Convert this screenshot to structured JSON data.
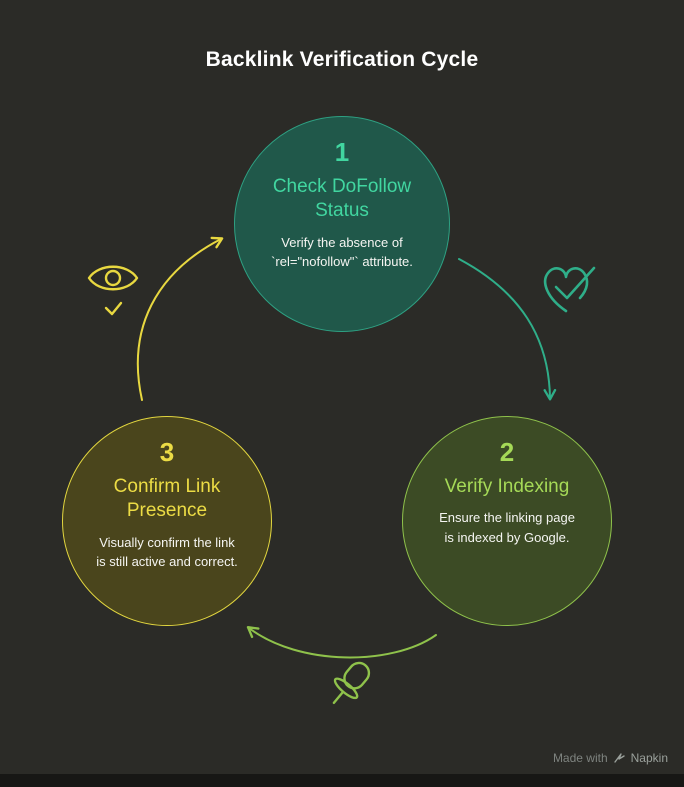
{
  "title": "Backlink Verification Cycle",
  "colors": {
    "background": "#2b2b27",
    "title_text": "#ffffff",
    "body_text": "#f5f5f2"
  },
  "nodes": [
    {
      "number": "1",
      "title": "Check DoFollow Status",
      "description": "Verify the absence of `rel=\"nofollow\"` attribute.",
      "fill": "#20584a",
      "border": "#2ea183",
      "accent": "#41d6a0"
    },
    {
      "number": "2",
      "title": "Verify Indexing",
      "description": "Ensure the linking page is indexed by Google.",
      "fill": "#3c4b25",
      "border": "#8fc24b",
      "accent": "#a5d957"
    },
    {
      "number": "3",
      "title": "Confirm Link Presence",
      "description": "Visually confirm the link is still active and correct.",
      "fill": "#4a451c",
      "border": "#e2d63f",
      "accent": "#ecdc45"
    }
  ],
  "arrows": [
    {
      "from": "1",
      "to": "2",
      "color": "#2fae89"
    },
    {
      "from": "2",
      "to": "3",
      "color": "#8fc24b"
    },
    {
      "from": "3",
      "to": "1",
      "color": "#e8d840"
    }
  ],
  "icons": [
    {
      "name": "eye-icon",
      "color": "#e8d840"
    },
    {
      "name": "heart-check-icon",
      "color": "#2fae89"
    },
    {
      "name": "pin-icon",
      "color": "#8fc24b"
    }
  ],
  "footer": {
    "made_with": "Made with",
    "brand": "Napkin"
  }
}
